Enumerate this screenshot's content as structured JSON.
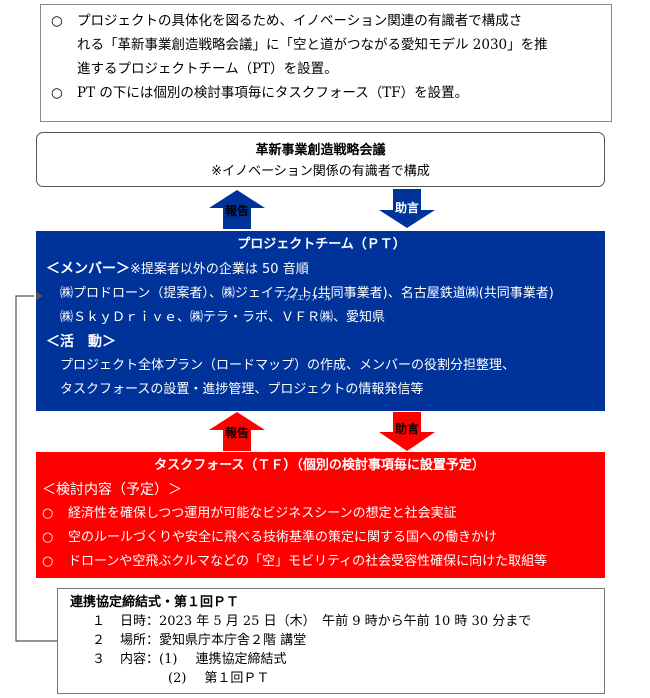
{
  "summary": {
    "bullet": "○",
    "lines": [
      "プロジェクトの具体化を図るため、イノベーション関連の有識者で構成さ",
      "れる「革新事業創造戦略会議」に「空と道がつながる愛知モデル 2030」を推",
      "進するプロジェクトチーム（PT）を設置。",
      "PT の下には個別の検討事項毎にタスクフォース（TF）を設置。"
    ]
  },
  "council": {
    "title": "革新事業創造戦略会議",
    "note": "※イノベーション関係の有識者で構成"
  },
  "arrows": {
    "report": "報告",
    "advice": "助言"
  },
  "pt": {
    "title": "プロジェクトチーム（ＰＴ）",
    "members_heading": "＜メンバー＞",
    "members_note": "※提案者以外の企業は 50 音順",
    "members_line1": "㈱プロドローン（提案者）、㈱ジェイテクト(共同事業者)、名古屋鉄道㈱(共同事業者)",
    "members_line2_a": "㈱ＳｋｙＤｒｉｖｅ、㈱テラ・ラボ、",
    "members_line2_b": "ＶＦＲ",
    "members_line2_ruby": "ブイエフアール",
    "members_line2_c": "㈱、愛知県",
    "activity_heading": "＜活　動＞",
    "activity_line1": "プロジェクト全体プラン（ロードマップ）の作成、メンバーの役割分担整理、",
    "activity_line2": "タスクフォースの設置・進捗管理、プロジェクトの情報発信等"
  },
  "tf": {
    "title": "タスクフォース（ＴＦ）（個別の検討事項毎に設置予定）",
    "heading": "＜検討内容（予定）＞",
    "bullet": "○",
    "items": [
      "経済性を確保しつつ運用が可能なビジネスシーンの想定と社会実証",
      "空のルールづくりや安全に飛べる技術基準の策定に関する国への働きかけ",
      "ドローンや空飛ぶクルマなどの「空」モビリティの社会受容性確保に向けた取組等"
    ]
  },
  "connection": {
    "title": "連携協定締結式・第１回ＰＴ",
    "item1_num": "１",
    "item1_label": "日時：",
    "item1_value": "2023 年 5 月 25 日（木）　午前 9 時から午前 10 時 30 分まで",
    "item2_num": "２",
    "item2_label": "場所：",
    "item2_value": "愛知県庁本庁舎２階 講堂",
    "item3_num": "３",
    "item3_label": "内容：",
    "item3_sub1_num": "(1)",
    "item3_sub1": "連携協定締結式",
    "item3_sub2_num": "(2)",
    "item3_sub2": "第１回ＰＴ"
  },
  "colors": {
    "pt_blue": "#003399",
    "tf_red": "#ff0000",
    "arrow_blue": "#003399",
    "arrow_red": "#ff0000"
  }
}
